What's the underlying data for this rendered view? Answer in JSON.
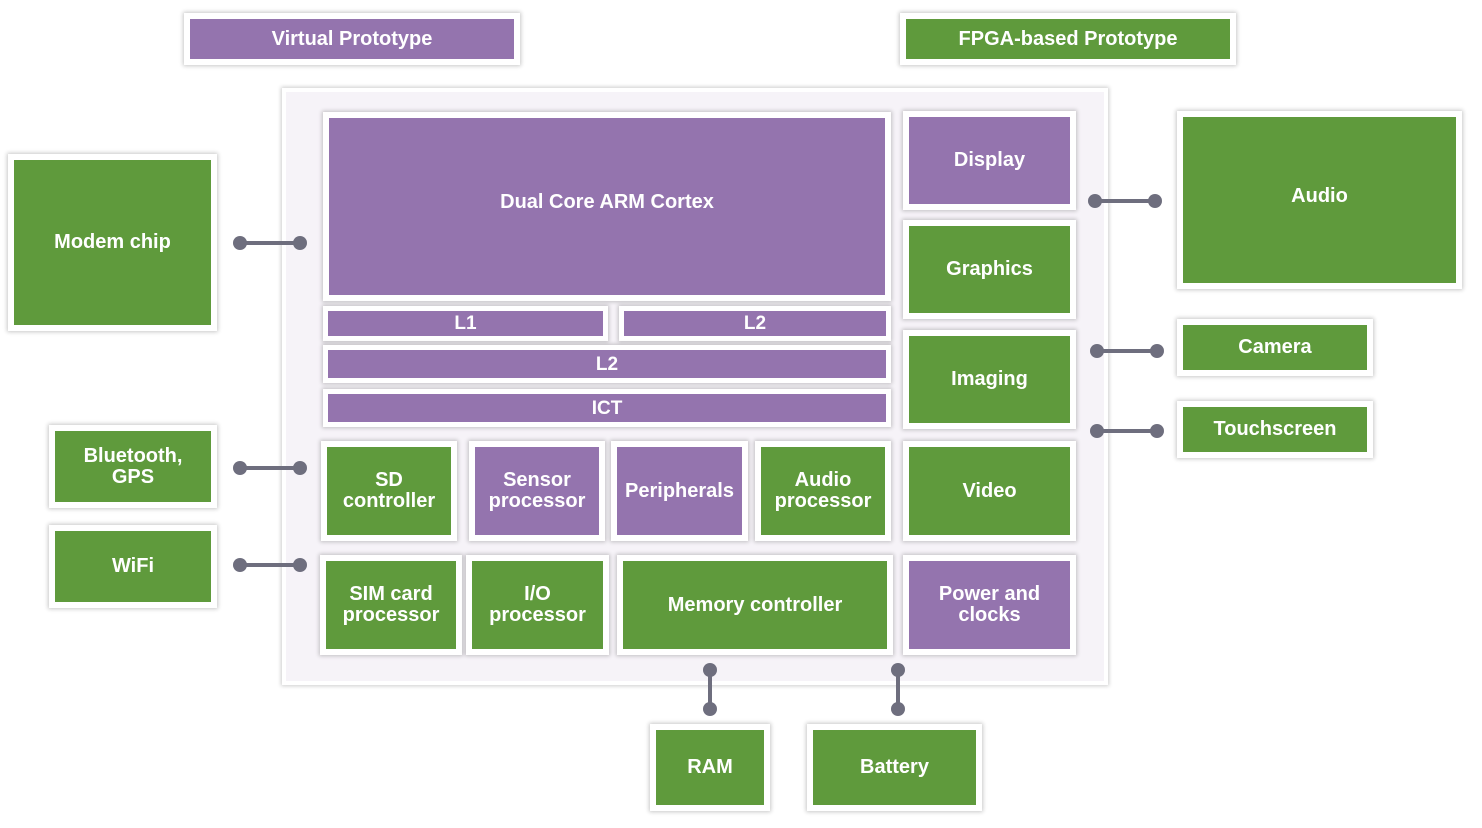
{
  "legend": {
    "virtual": "Virtual Prototype",
    "fpga": "FPGA-based Prototype"
  },
  "soc": {
    "cpu": "Dual Core ARM Cortex",
    "l1": "L1",
    "l2_right": "L2",
    "l2": "L2",
    "ict": "ICT",
    "display": "Display",
    "graphics": "Graphics",
    "imaging": "Imaging",
    "video": "Video",
    "sd_controller": "SD\ncontroller",
    "sensor_processor": "Sensor\nprocessor",
    "peripherals": "Peripherals",
    "audio_processor": "Audio\nprocessor",
    "sim_card_processor": "SIM card\nprocessor",
    "io_processor": "I/O\nprocessor",
    "memory_controller": "Memory controller",
    "power_clocks": "Power and\nclocks"
  },
  "external": {
    "modem_chip": "Modem chip",
    "bluetooth_gps": "Bluetooth,\nGPS",
    "wifi": "WiFi",
    "audio": "Audio",
    "camera": "Camera",
    "touchscreen": "Touchscreen",
    "ram": "RAM",
    "battery": "Battery"
  },
  "colors": {
    "virtual_prototype": "#9474ae",
    "fpga_prototype": "#5f9a3c",
    "connector": "#6e6e7e"
  }
}
